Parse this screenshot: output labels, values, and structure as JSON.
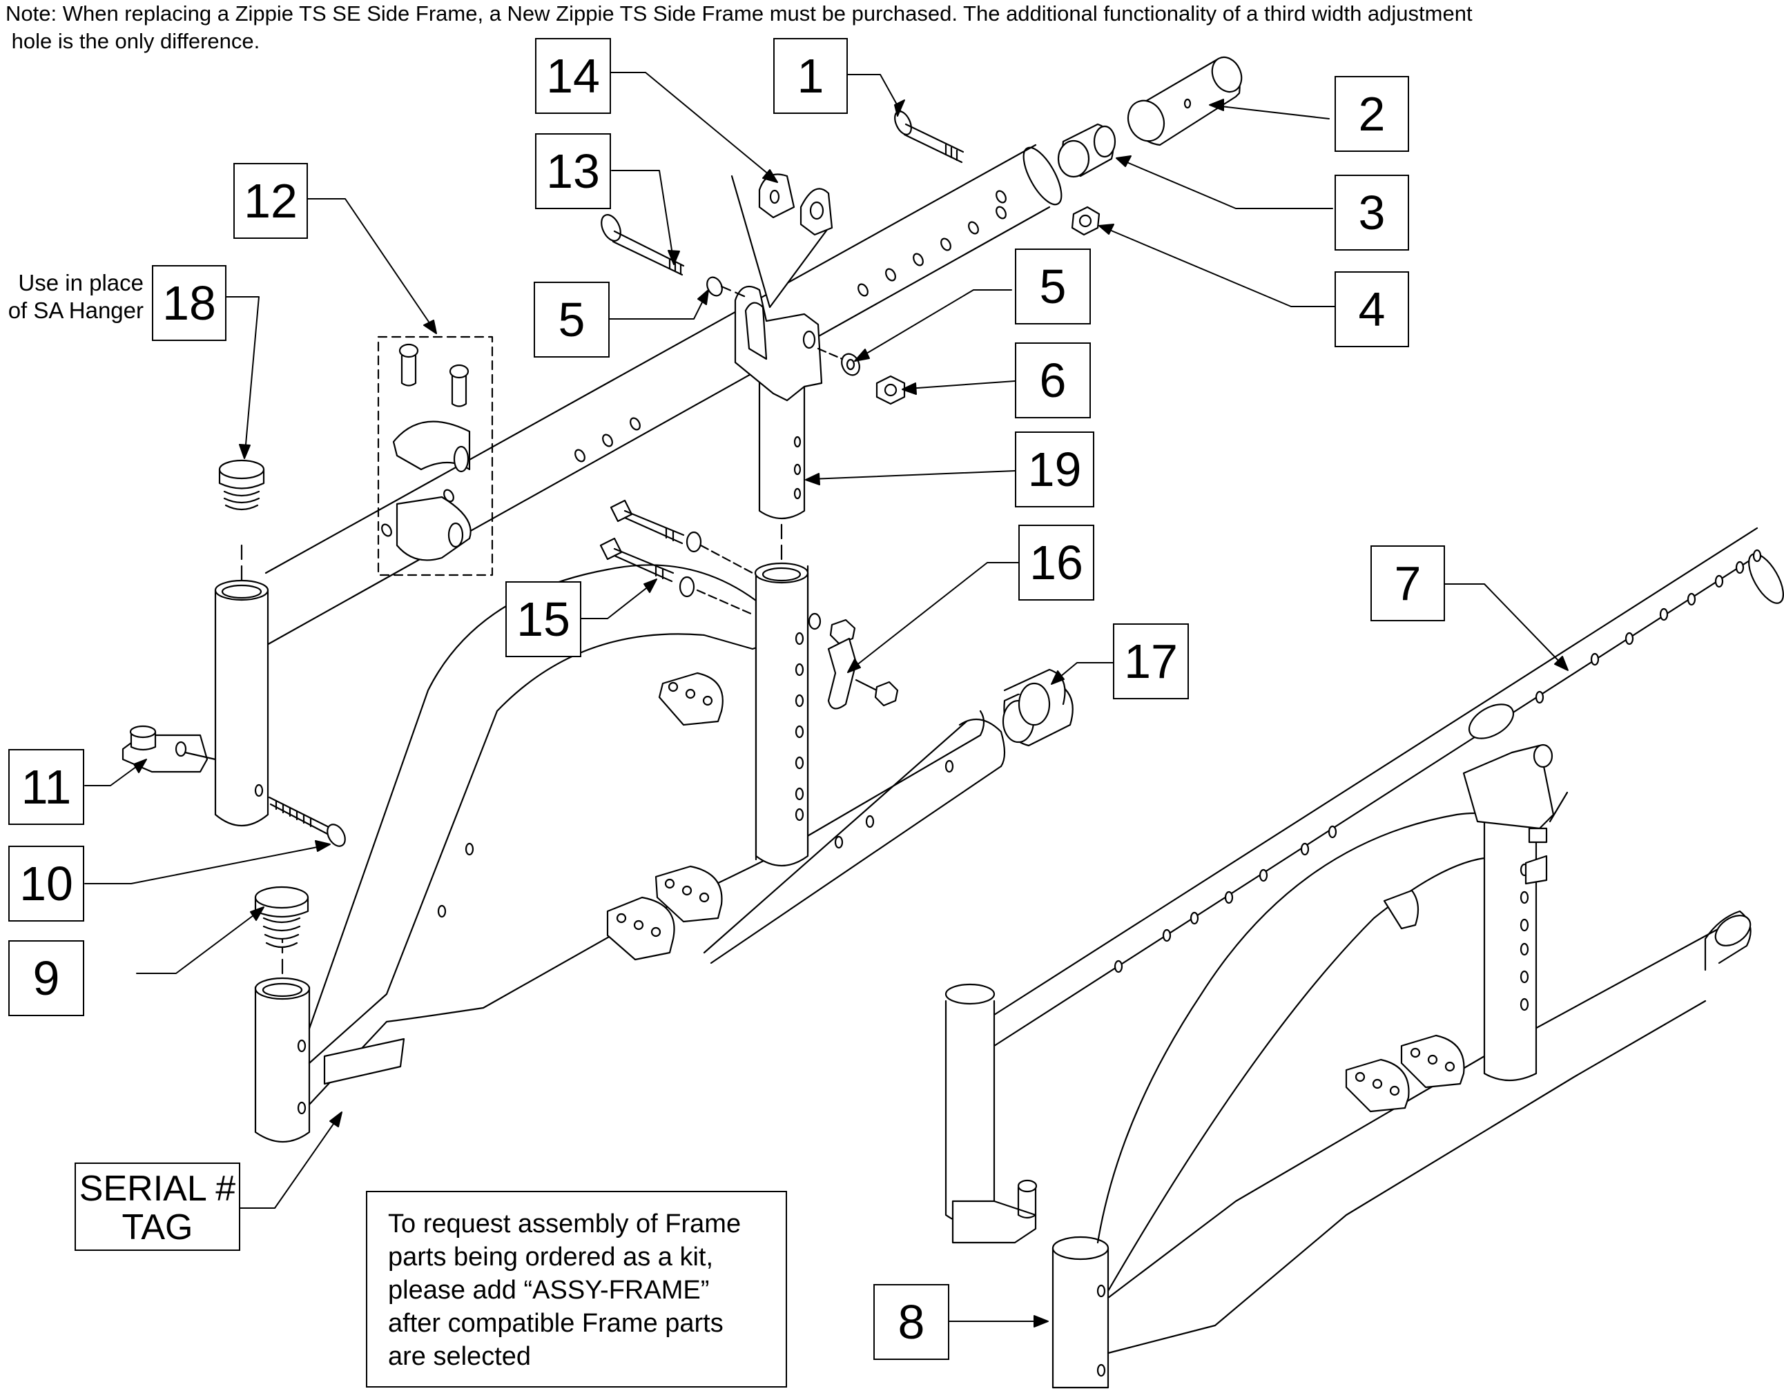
{
  "note": "Note: When replacing a Zippie TS SE Side Frame, a New Zippie TS Side Frame must be purchased. The additional functionality of a third width adjustment\n hole is the only difference.",
  "callouts": {
    "c1": "1",
    "c2": "2",
    "c3": "3",
    "c4": "4",
    "c5a": "5",
    "c5b": "5",
    "c6": "6",
    "c7": "7",
    "c8": "8",
    "c9": "9",
    "c10": "10",
    "c11": "11",
    "c12": "12",
    "c13": "13",
    "c14": "14",
    "c15": "15",
    "c16": "16",
    "c17": "17",
    "c18": "18",
    "c19": "19"
  },
  "sa_hanger_label": "Use in place\nof SA Hanger",
  "serial_tag": "SERIAL #\nTAG",
  "assembly_note": "To request assembly of Frame\nparts being ordered as a kit,\nplease add “ASSY-FRAME”\nafter compatible Frame parts\nare selected"
}
